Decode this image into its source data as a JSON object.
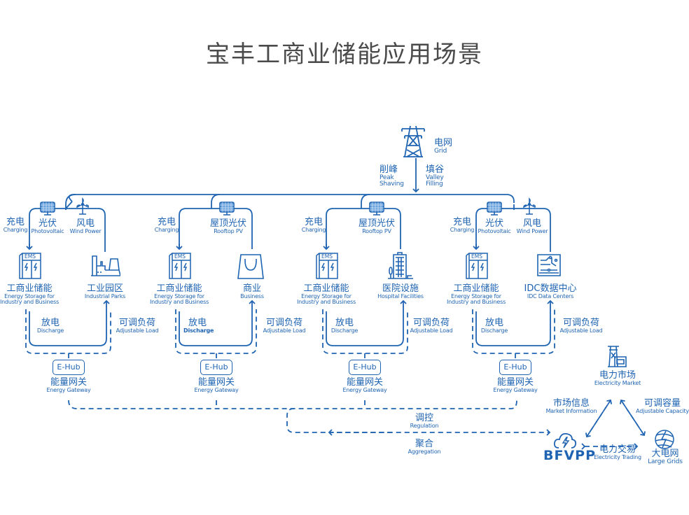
{
  "title": "宝丰工商业储能应用场景",
  "colors": {
    "primary": "#1f64b2",
    "title": "#4a4a4a",
    "background": "#ffffff"
  },
  "grid": {
    "icon": "transmission-tower-icon",
    "label_zh": "电网",
    "label_en": "Grid",
    "peak": {
      "zh": "削峰",
      "en1": "Peak",
      "en2": "Shaving"
    },
    "valley": {
      "zh": "填谷",
      "en1": "Valley",
      "en2": "Filling"
    }
  },
  "groups": [
    {
      "charging": {
        "zh": "充电",
        "en": "Charging"
      },
      "sources": [
        {
          "zh": "光伏",
          "en": "Photovoltaic",
          "icon": "solar-panel-icon"
        },
        {
          "zh": "风电",
          "en": "Wind Power",
          "icon": "wind-turbine-icon"
        }
      ],
      "storage": {
        "zh": "工商业储能",
        "en1": "Energy Storage for",
        "en2": "Industry and Business",
        "icon_text": "EMS"
      },
      "load": {
        "zh": "工业园区",
        "en": "Industrial Parks",
        "icon": "factory-icon"
      },
      "discharge": {
        "zh": "放电",
        "en": "Discharge"
      },
      "adjustable": {
        "zh": "可调负荷",
        "en": "Adjustable Load"
      },
      "hub": {
        "label": "E-Hub",
        "zh": "能量网关",
        "en": "Energy Gateway"
      }
    },
    {
      "charging": {
        "zh": "充电",
        "en": "Charging"
      },
      "sources": [
        {
          "zh": "屋顶光伏",
          "en": "Rooftop PV",
          "icon": "solar-panel-icon"
        }
      ],
      "storage": {
        "zh": "工商业储能",
        "en1": "Energy Storage for",
        "en2": "Industry and Business",
        "icon_text": "EMS"
      },
      "load": {
        "zh": "商业",
        "en": "Business",
        "icon": "shopping-bag-icon"
      },
      "discharge": {
        "zh": "放电",
        "en": "Discharge"
      },
      "adjustable": {
        "zh": "可调负荷",
        "en": "Adjustable Load"
      },
      "hub": {
        "label": "E-Hub",
        "zh": "能量网关",
        "en": "Energy Gateway"
      }
    },
    {
      "charging": {
        "zh": "充电",
        "en": "Charging"
      },
      "sources": [
        {
          "zh": "屋顶光伏",
          "en": "Rooftop PV",
          "icon": "solar-panel-icon"
        }
      ],
      "storage": {
        "zh": "工商业储能",
        "en1": "Energy Storage for",
        "en2": "Industry and Business",
        "icon_text": "EMS"
      },
      "load": {
        "zh": "医院设施",
        "en": "Hospital Facilities",
        "icon": "hospital-building-icon"
      },
      "discharge": {
        "zh": "放电",
        "en": "Discharge"
      },
      "adjustable": {
        "zh": "可调负荷",
        "en": "Adjustable Load"
      },
      "hub": {
        "label": "E-Hub",
        "zh": "能量网关",
        "en": "Energy Gateway"
      }
    },
    {
      "charging": {
        "zh": "充电",
        "en": "Charging"
      },
      "sources": [
        {
          "zh": "光伏",
          "en": "Photovoltaic",
          "icon": "solar-panel-icon"
        },
        {
          "zh": "风电",
          "en": "Wind Power",
          "icon": "wind-turbine-icon"
        }
      ],
      "storage": {
        "zh": "工商业储能",
        "en1": "Energy Storage for",
        "en2": "Industry and Business",
        "icon_text": "EMS"
      },
      "load": {
        "zh": "IDC数据中心",
        "en": "IDC Data Centers",
        "icon": "circuit-board-icon"
      },
      "discharge": {
        "zh": "放电",
        "en": "Discharge"
      },
      "adjustable": {
        "zh": "可调负荷",
        "en": "Adjustable Load"
      },
      "hub": {
        "label": "E-Hub",
        "zh": "能量网关",
        "en": "Energy Gateway"
      }
    }
  ],
  "regulation": {
    "zh": "调控",
    "en": "Regulation"
  },
  "aggregation": {
    "zh": "聚合",
    "en": "Aggregation"
  },
  "bfvpp": {
    "label": "BFVPP",
    "icon": "cloud-lightning-icon"
  },
  "market": {
    "zh": "电力市场",
    "en": "Electricity Market",
    "icon": "market-tower-icon"
  },
  "market_info": {
    "zh": "市场信息",
    "en": "Market Information"
  },
  "adjustable_capacity": {
    "zh": "可调容量",
    "en": "Adjustable Capacity"
  },
  "trading": {
    "zh": "电力交易",
    "en": "Electricity Trading"
  },
  "large_grids": {
    "zh": "大电网",
    "en": "Large Grids",
    "icon": "globe-lightning-icon"
  }
}
